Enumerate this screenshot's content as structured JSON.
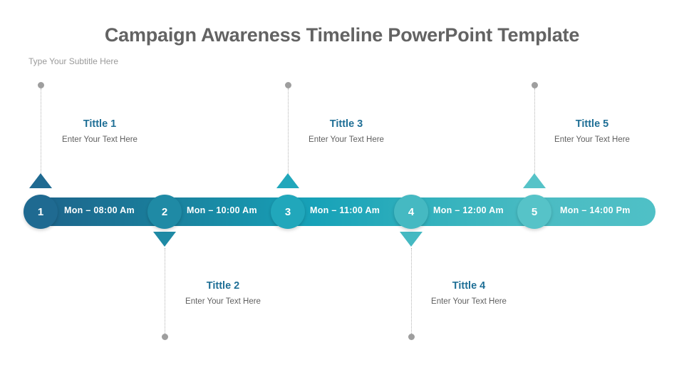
{
  "header": {
    "title": "Campaign Awareness Timeline PowerPoint Template",
    "subtitle": "Type Your Subtitle Here"
  },
  "colors": {
    "title": "#636363",
    "subtitle": "#9a9a9a",
    "milestone_title": "#1f6f96",
    "milestone_desc": "#606060",
    "bar_start": "#1d6189",
    "bar_end": "#4fc0c6",
    "dot": "#9e9e9e",
    "stem": "#b4b4b4"
  },
  "timeline": {
    "nodes": [
      {
        "number": "1",
        "time_label": "Mon – 08:00 Am",
        "title": "Tittle 1",
        "description": "Enter Your Text Here",
        "position": "above",
        "circle_color": "#1f6a91",
        "marker_color": "#1f6a91"
      },
      {
        "number": "2",
        "time_label": "Mon – 10:00 Am",
        "title": "Tittle 2",
        "description": "Enter Your Text Here",
        "position": "below",
        "circle_color": "#1f8aa5",
        "marker_color": "#1f8aa5"
      },
      {
        "number": "3",
        "time_label": "Mon – 11:00 Am",
        "title": "Tittle 3",
        "description": "Enter Your Text Here",
        "position": "above",
        "circle_color": "#21a7bb",
        "marker_color": "#21a7bb"
      },
      {
        "number": "4",
        "time_label": "Mon – 12:00 Am",
        "title": "Tittle 4",
        "description": "Enter Your Text Here",
        "position": "below",
        "circle_color": "#45b9c2",
        "marker_color": "#45b9c2"
      },
      {
        "number": "5",
        "time_label": "Mon – 14:00 Pm",
        "title": "Tittle 5",
        "description": "Enter Your Text Here",
        "position": "above",
        "circle_color": "#56c3c8",
        "marker_color": "#56c3c8"
      }
    ]
  }
}
